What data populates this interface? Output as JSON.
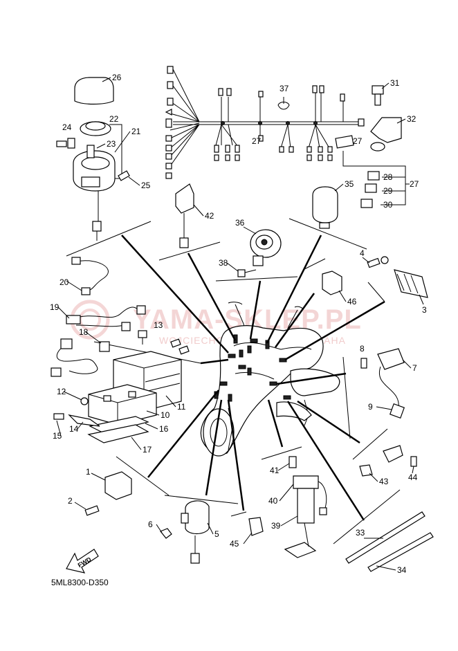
{
  "diagram": {
    "code": "5ML8300-D350",
    "fwd_label": "FWD",
    "watermark": {
      "title": "YAMA-SKLEP.PL",
      "subtitle": "WOJCIECHOWSKI DEALER YAMAHA"
    },
    "harness_labels": [
      "27",
      "27"
    ],
    "labels": [
      {
        "id": "26",
        "text": "26"
      },
      {
        "id": "31",
        "text": "31"
      },
      {
        "id": "37",
        "text": "37"
      },
      {
        "id": "22",
        "text": "22"
      },
      {
        "id": "21",
        "text": "21"
      },
      {
        "id": "24",
        "text": "24"
      },
      {
        "id": "23",
        "text": "23"
      },
      {
        "id": "25",
        "text": "25"
      },
      {
        "id": "32",
        "text": "32"
      },
      {
        "id": "28",
        "text": "28"
      },
      {
        "id": "29",
        "text": "29"
      },
      {
        "id": "30",
        "text": "30"
      },
      {
        "id": "27r",
        "text": "27"
      },
      {
        "id": "35",
        "text": "35"
      },
      {
        "id": "42",
        "text": "42"
      },
      {
        "id": "36",
        "text": "36"
      },
      {
        "id": "38",
        "text": "38"
      },
      {
        "id": "4",
        "text": "4"
      },
      {
        "id": "46",
        "text": "46"
      },
      {
        "id": "3",
        "text": "3"
      },
      {
        "id": "20",
        "text": "20"
      },
      {
        "id": "19",
        "text": "19"
      },
      {
        "id": "13",
        "text": "13"
      },
      {
        "id": "18",
        "text": "18"
      },
      {
        "id": "8",
        "text": "8"
      },
      {
        "id": "7",
        "text": "7"
      },
      {
        "id": "9",
        "text": "9"
      },
      {
        "id": "12",
        "text": "12"
      },
      {
        "id": "11",
        "text": "11"
      },
      {
        "id": "10",
        "text": "10"
      },
      {
        "id": "15",
        "text": "15"
      },
      {
        "id": "14",
        "text": "14"
      },
      {
        "id": "16",
        "text": "16"
      },
      {
        "id": "17",
        "text": "17"
      },
      {
        "id": "1",
        "text": "1"
      },
      {
        "id": "2",
        "text": "2"
      },
      {
        "id": "41",
        "text": "41"
      },
      {
        "id": "43",
        "text": "43"
      },
      {
        "id": "44",
        "text": "44"
      },
      {
        "id": "40",
        "text": "40"
      },
      {
        "id": "6",
        "text": "6"
      },
      {
        "id": "5",
        "text": "5"
      },
      {
        "id": "45",
        "text": "45"
      },
      {
        "id": "39",
        "text": "39"
      },
      {
        "id": "33",
        "text": "33"
      },
      {
        "id": "34",
        "text": "34"
      }
    ]
  }
}
